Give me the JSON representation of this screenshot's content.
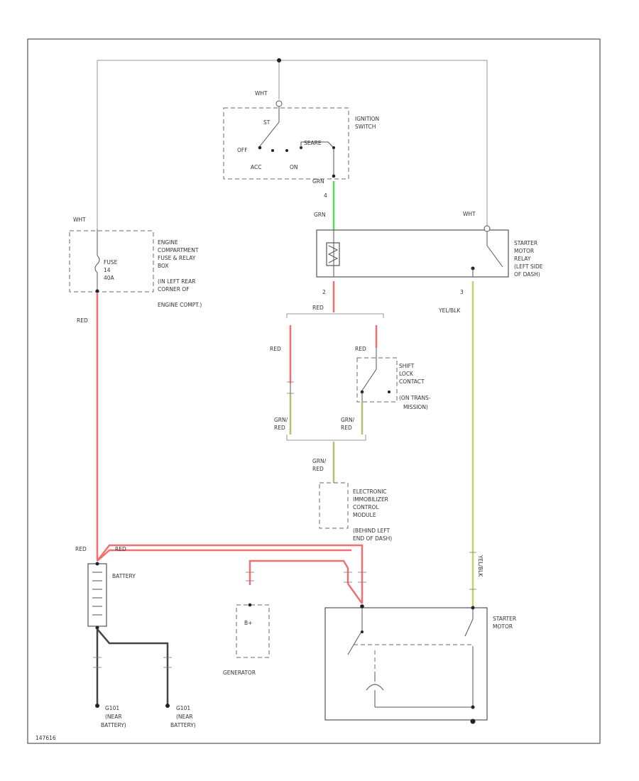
{
  "labels": {
    "ign_wht": "WHT",
    "ign_st": "ST",
    "ign_off": "OFF",
    "ign_acc": "ACC",
    "ign_on": "ON",
    "ign_seare": "SEARE",
    "ign_grn_small": "GRN",
    "ign_title_1": "IGNITION",
    "ign_title_2": "SWITCH",
    "pin_4": "4",
    "grn_wire": "GRN",
    "fuse_wht": "WHT",
    "fuse_1": "FUSE",
    "fuse_2": "14",
    "fuse_3": "40A",
    "ecb_1": "ENGINE",
    "ecb_2": "COMPARTMENT",
    "ecb_3": "FUSE & RELAY",
    "ecb_4": "BOX",
    "ecb_5": "(IN LEFT REAR",
    "ecb_6": "CORNER OF",
    "ecb_7": "ENGINE COMPT.)",
    "red_left": "RED",
    "relay_wht": "WHT",
    "relay_1": "STARTER",
    "relay_2": "MOTOR",
    "relay_3": "RELAY",
    "relay_4": "(LEFT SIDE",
    "relay_5": "OF DASH)",
    "pin_2": "2",
    "pin_3": "3",
    "red_relay": "RED",
    "yelblk": "YEL/BLK",
    "red_branch_left": "RED",
    "red_branch_right": "RED",
    "shift_1": "SHIFT",
    "shift_2": "LOCK",
    "shift_3": "CONTACT",
    "shift_4": "(ON TRANS-",
    "shift_5": "MISSION)",
    "grnred_l1": "GRN/",
    "grnred_l2": "RED",
    "grnred_r1": "GRN/",
    "grnred_r2": "RED",
    "grnred_c1": "GRN/",
    "grnred_c2": "RED",
    "eim_1": "ELECTRONIC",
    "eim_2": "IMMOBILIZER",
    "eim_3": "CONTROL",
    "eim_4": "MODULE",
    "eim_5": "(BEHIND LEFT",
    "eim_6": "END OF DASH)",
    "red_batt_left": "RED",
    "red_batt_right": "RED",
    "battery": "BATTERY",
    "yelblk_vertical": "YEL/BLK",
    "starter_1": "STARTER",
    "starter_2": "MOTOR",
    "bplus": "B+",
    "generator": "GENERATOR",
    "g1_1": "G101",
    "g1_2": "(NEAR",
    "g1_3": "BATTERY)",
    "g2_1": "G101",
    "g2_2": "(NEAR",
    "g2_3": "BATTERY)",
    "code": "147616"
  },
  "colors": {
    "red_wire": "#f07070",
    "green_wire": "#55dd55",
    "yellow_wire": "#c8d070",
    "black_wire": "#444444",
    "outline": "#555555"
  }
}
